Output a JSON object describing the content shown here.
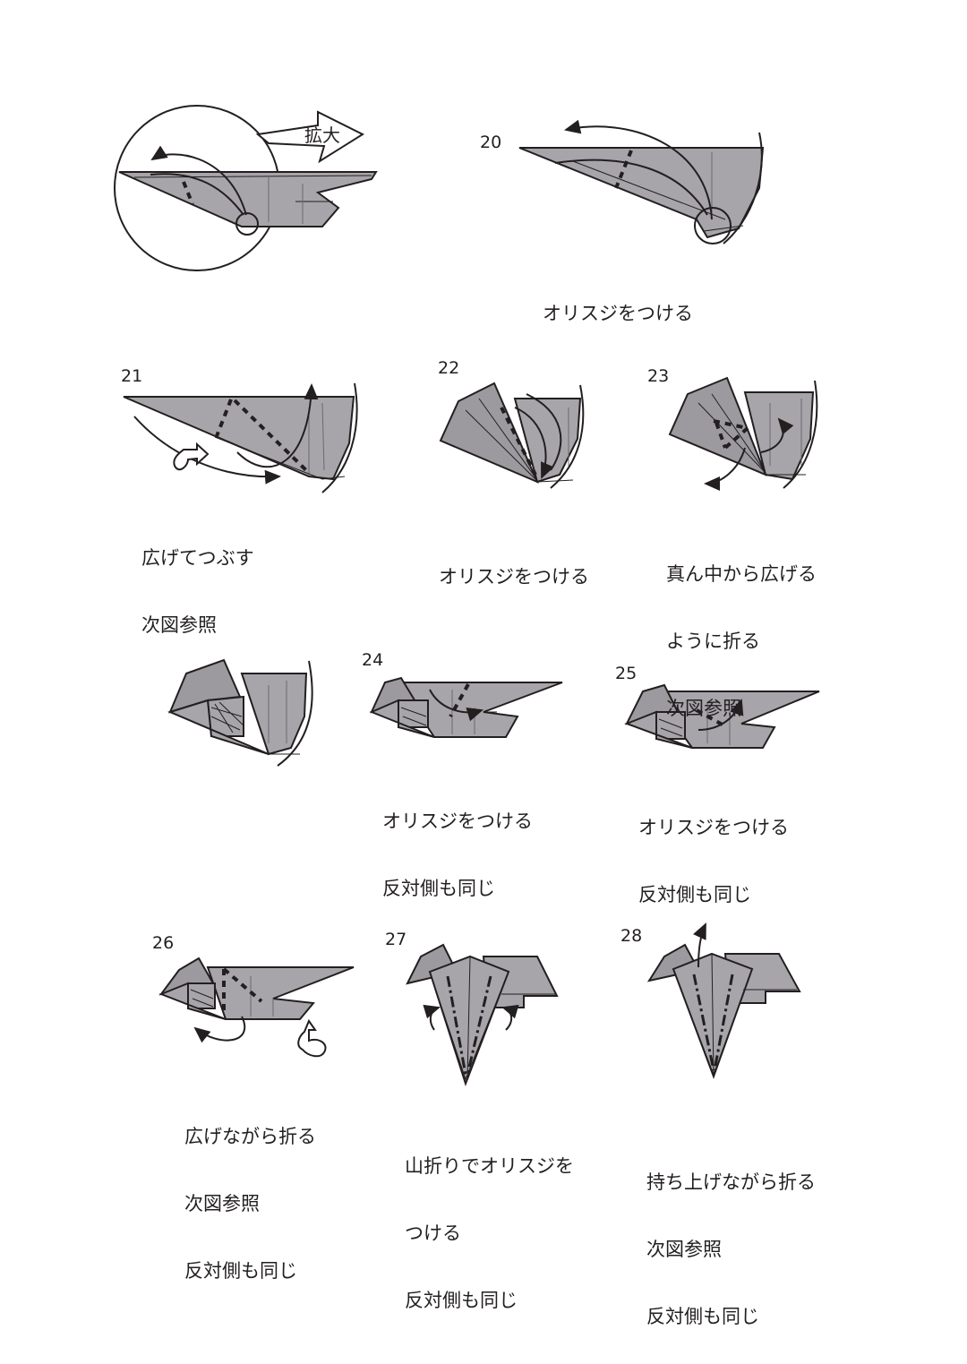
{
  "steps": {
    "zoom": {
      "label": "拡大"
    },
    "s20": {
      "number": "20",
      "caption": [
        "オリスジをつける"
      ]
    },
    "s21": {
      "number": "21",
      "caption": [
        "広げてつぶす",
        "次図参照"
      ]
    },
    "s22": {
      "number": "22",
      "caption": [
        "オリスジをつける"
      ]
    },
    "s23": {
      "number": "23",
      "caption": [
        "真ん中から広げる",
        "ように折る",
        "次図参照"
      ]
    },
    "s24": {
      "number": "24",
      "caption": [
        "オリスジをつける",
        "反対側も同じ"
      ]
    },
    "s25": {
      "number": "25",
      "caption": [
        "オリスジをつける",
        "反対側も同じ"
      ]
    },
    "s26": {
      "number": "26",
      "caption": [
        "広げながら折る",
        "次図参照",
        "反対側も同じ"
      ]
    },
    "s27": {
      "number": "27",
      "caption": [
        "山折りでオリスジを",
        "つける",
        "反対側も同じ"
      ]
    },
    "s28": {
      "number": "28",
      "caption": [
        "持ち上げながら折る",
        "次図参照",
        "反対側も同じ"
      ]
    }
  },
  "colors": {
    "paper": "#a7a5aa",
    "line": "#231f20"
  }
}
